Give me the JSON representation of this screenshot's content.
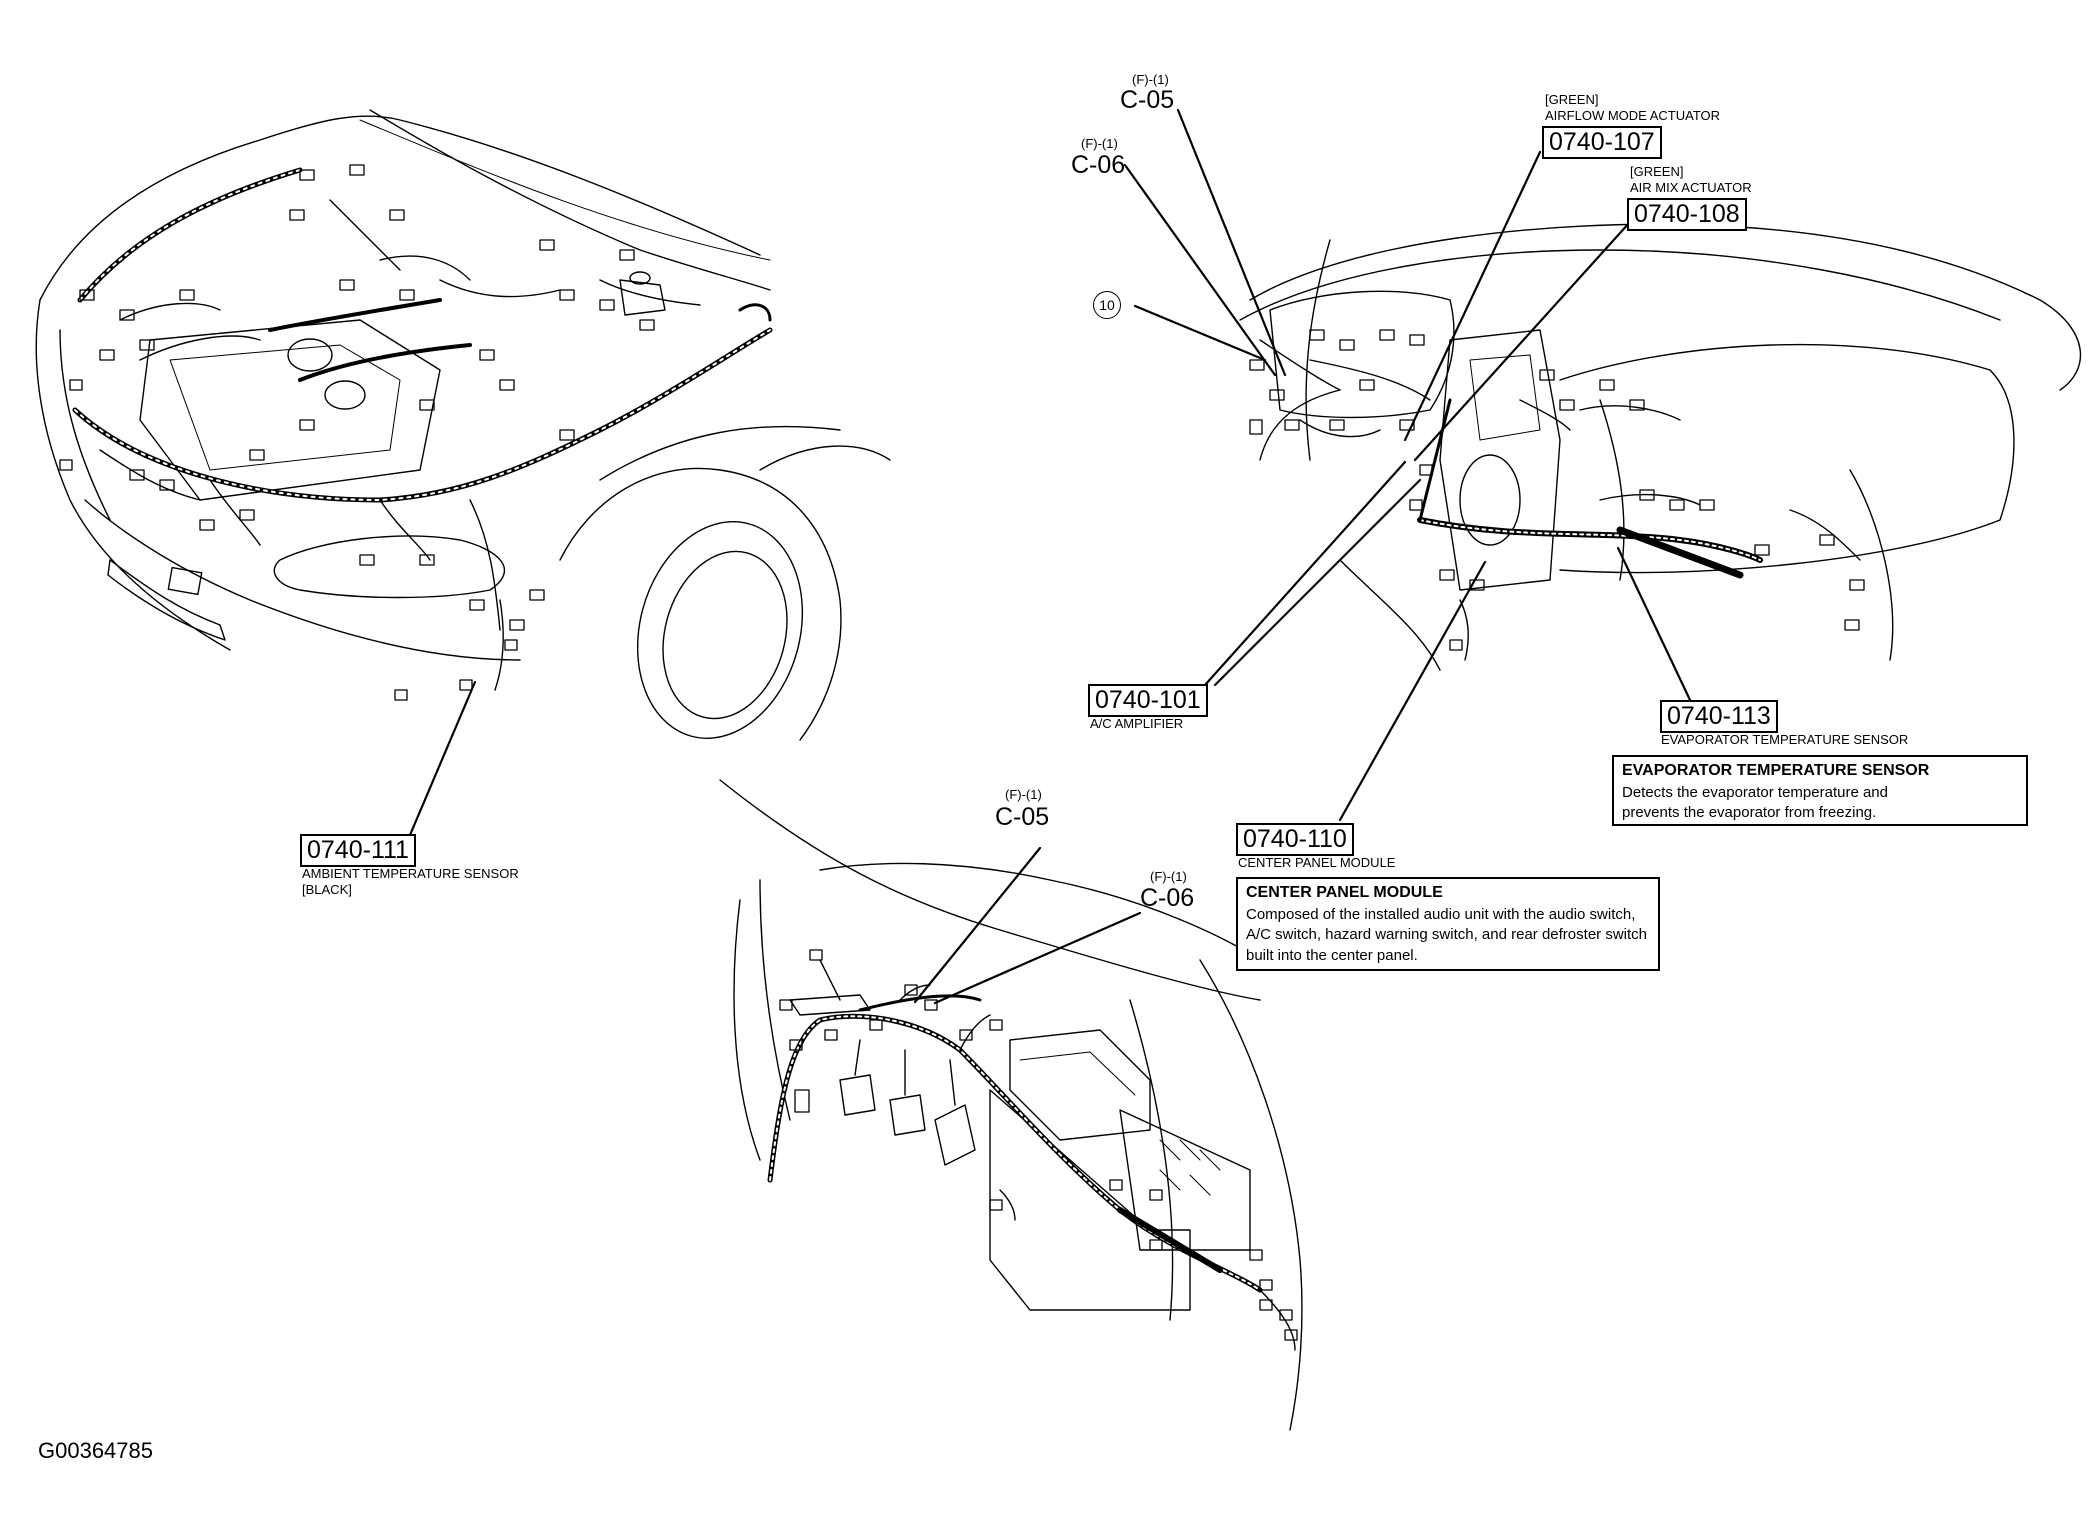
{
  "figure_id": "G00364785",
  "connectors": {
    "c05_top": {
      "pos": "(F)-(1)",
      "num": "C-05"
    },
    "c06_top": {
      "pos": "(F)-(1)",
      "num": "C-06"
    },
    "c05_bottom": {
      "pos": "(F)-(1)",
      "num": "C-05"
    },
    "c06_bottom": {
      "pos": "(F)-(1)",
      "num": "C-06"
    },
    "ref10": "10"
  },
  "components": {
    "airflow": {
      "color": "[GREEN]",
      "name": "AIRFLOW MODE ACTUATOR",
      "code": "0740-107"
    },
    "airmix": {
      "color": "[GREEN]",
      "name": "AIR MIX ACTUATOR",
      "code": "0740-108"
    },
    "amplifier": {
      "code": "0740-101",
      "name": "A/C AMPLIFIER"
    },
    "evap": {
      "code": "0740-113",
      "name": "EVAPORATOR TEMPERATURE SENSOR"
    },
    "center": {
      "code": "0740-110",
      "name": "CENTER PANEL MODULE"
    },
    "ambient": {
      "code": "0740-111",
      "name": "AMBIENT TEMPERATURE SENSOR",
      "color": "[BLACK]"
    }
  },
  "notes": {
    "evap": {
      "title": "EVAPORATOR TEMPERATURE SENSOR",
      "body": "Detects the evaporator temperature and prevents the evaporator from freezing."
    },
    "center": {
      "title": "CENTER PANEL MODULE",
      "body": "Composed of the installed audio unit with the audio switch, A/C switch, hazard warning switch, and rear defroster switch built into the center panel."
    }
  }
}
